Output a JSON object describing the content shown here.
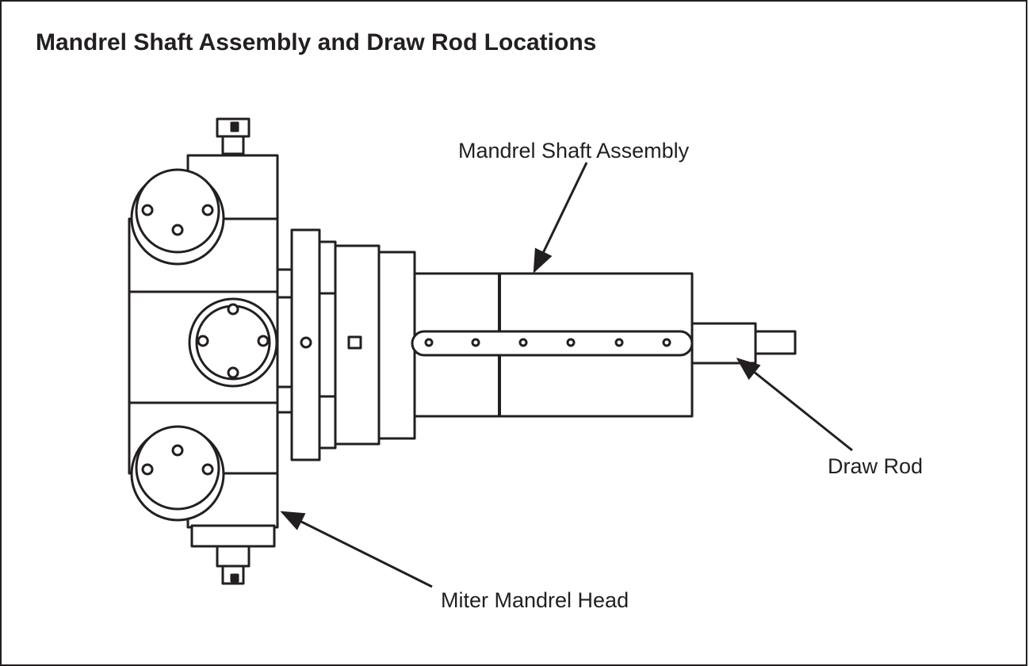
{
  "title": "Mandrel Shaft Assembly and Draw Rod Locations",
  "callouts": {
    "shaft": "Mandrel Shaft Assembly",
    "draw_rod": "Draw Rod",
    "head": "Miter Mandrel Head"
  },
  "colors": {
    "line": "#231f20",
    "background": "#ffffff"
  }
}
